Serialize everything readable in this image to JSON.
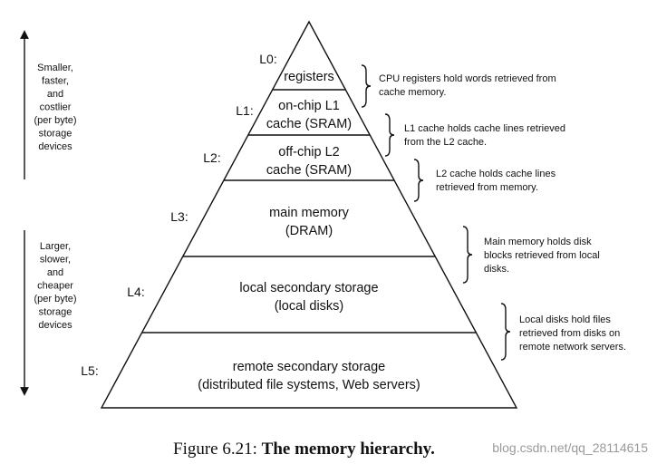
{
  "levels": [
    {
      "label": "L0:",
      "lines": [
        "registers"
      ],
      "note": [
        "CPU registers hold words retrieved from",
        "cache memory."
      ]
    },
    {
      "label": "L1:",
      "lines": [
        "on-chip L1",
        "cache (SRAM)"
      ],
      "note": [
        "L1 cache holds cache lines retrieved",
        "from the L2 cache."
      ]
    },
    {
      "label": "L2:",
      "lines": [
        "off-chip L2",
        "cache (SRAM)"
      ],
      "note": [
        "L2 cache holds cache lines",
        "retrieved from memory."
      ]
    },
    {
      "label": "L3:",
      "lines": [
        "main memory",
        "(DRAM)"
      ],
      "note": [
        "Main memory holds disk",
        "blocks retrieved from local",
        "disks."
      ]
    },
    {
      "label": "L4:",
      "lines": [
        "local secondary storage",
        "(local disks)"
      ],
      "note": [
        "Local disks hold files",
        "retrieved from disks on",
        "remote network servers."
      ]
    },
    {
      "label": "L5:",
      "lines": [
        "remote secondary storage",
        "(distributed file systems, Web servers)"
      ],
      "note": []
    }
  ],
  "side": {
    "top": [
      "Smaller,",
      "faster,",
      "and",
      "costlier",
      "(per byte)",
      "storage",
      "devices"
    ],
    "bottom": [
      "Larger,",
      "slower,",
      "and",
      "cheaper",
      "(per byte)",
      "storage",
      "devices"
    ]
  },
  "caption": {
    "prefix": "Figure 6.21: ",
    "title": "The memory hierarchy."
  },
  "watermark": "blog.csdn.net/qq_28114615"
}
